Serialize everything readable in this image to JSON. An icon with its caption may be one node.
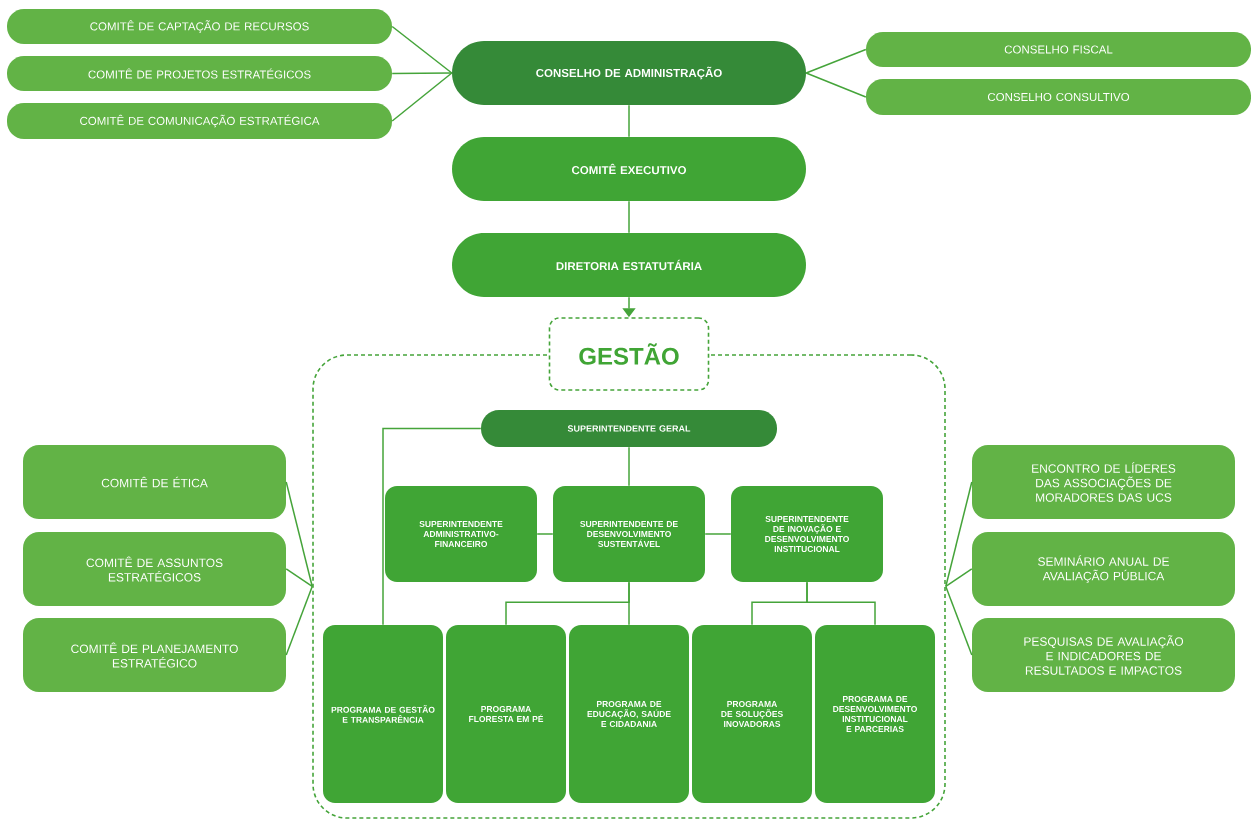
{
  "diagram": {
    "nodes": [
      {
        "text": [
          "CONSELHO DE ADMINISTRAÇÃO"
        ]
      },
      {
        "text": [
          "COMITÊ DE CAPTAÇÃO DE RECURSOS"
        ]
      },
      {
        "text": [
          "COMITÊ DE PROJETOS ESTRATÉGICOS"
        ]
      },
      {
        "text": [
          "COMITÊ DE COMUNICAÇÃO ESTRATÉGICA"
        ]
      },
      {
        "text": [
          "CONSELHO FISCAL"
        ]
      },
      {
        "text": [
          "CONSELHO CONSULTIVO"
        ]
      },
      {
        "text": [
          "COMITÊ EXECUTIVO"
        ]
      },
      {
        "text": [
          "DIRETORIA ESTATUTÁRIA"
        ]
      },
      {
        "text": [
          "GESTÃO"
        ]
      },
      {
        "text": [
          "SUPERINTENDENTE GERAL"
        ],
        "in": 8
      },
      {
        "text": [
          "SUPERINTENDENTE ADMINISTRATIVO-FINANCEIRO"
        ],
        "in": 8
      },
      {
        "text": [
          "SUPERINTENDENTE DE DESENVOLVIMENTO SUSTENTÁVEL"
        ],
        "in": 8
      },
      {
        "text": [
          "SUPERINTENDENTE DE INOVAÇÃO E DESENVOLVIMENTO INSTITUCIONAL"
        ],
        "in": 8
      },
      {
        "text": [
          "PROGRAMA DE GESTÃO E TRANSPARÊNCIA"
        ],
        "in": 8
      },
      {
        "text": [
          "PROGRAMA FLORESTA EM PÉ"
        ],
        "in": 8
      },
      {
        "text": [
          "PROGRAMA DE EDUCAÇÃO, SAÚDE E CIDADANIA"
        ],
        "in": 8
      },
      {
        "text": [
          "PROGRAMA DE SOLUÇÕES INOVADORAS"
        ],
        "in": 8
      },
      {
        "text": [
          "PROGRAMA DE DESENVOLVIMENTO INSTITUCIONAL E PARCERIAS"
        ],
        "in": 8
      },
      {
        "text": [
          "COMITÊ DE ÉTICA"
        ]
      },
      {
        "text": [
          "COMITÊ DE ASSUNTOS ESTRATÉGICOS"
        ]
      },
      {
        "text": [
          "COMITÊ DE PLANEJAMENTO ESTRATÉGICO"
        ]
      },
      {
        "text": [
          "ENCONTRO DE LÍDERES DAS ASSOCIAÇÕES DE MORADORES DAS UCS"
        ]
      },
      {
        "text": [
          "SEMINÁRIO ANUAL DE AVALIAÇÃO PÚBLICA"
        ]
      },
      {
        "text": [
          "PESQUISAS DE AVALIAÇÃO E INDICADORES DE RESULTADOS E IMPACTOS"
        ]
      }
    ],
    "edges": [
      {
        "from": 1,
        "to": 0,
        "arrow": "none"
      },
      {
        "from": 2,
        "to": 0,
        "arrow": "none"
      },
      {
        "from": 3,
        "to": 0,
        "arrow": "none"
      },
      {
        "from": 0,
        "to": 4,
        "arrow": "none"
      },
      {
        "from": 0,
        "to": 5,
        "arrow": "none"
      },
      {
        "from": 0,
        "to": 6,
        "arrow": "none"
      },
      {
        "from": 6,
        "to": 7,
        "arrow": "none"
      },
      {
        "from": 7,
        "to": 8,
        "arrow": "to"
      },
      {
        "from": 9,
        "to": 11,
        "arrow": "none"
      },
      {
        "from": 10,
        "to": 11,
        "arrow": "none"
      },
      {
        "from": 11,
        "to": 12,
        "arrow": "none"
      },
      {
        "from": 9,
        "to": 13,
        "arrow": "none"
      },
      {
        "from": 11,
        "to": 14,
        "arrow": "none"
      },
      {
        "from": 11,
        "to": 15,
        "arrow": "none"
      },
      {
        "from": 12,
        "to": 16,
        "arrow": "none"
      },
      {
        "from": 12,
        "to": 17,
        "arrow": "none"
      },
      {
        "from": 18,
        "to": 8,
        "arrow": "none"
      },
      {
        "from": 19,
        "to": 8,
        "arrow": "none"
      },
      {
        "from": 20,
        "to": 8,
        "arrow": "none"
      },
      {
        "from": 8,
        "to": 21,
        "arrow": "none"
      },
      {
        "from": 8,
        "to": 22,
        "arrow": "none"
      },
      {
        "from": 8,
        "to": 23,
        "arrow": "none"
      }
    ]
  }
}
